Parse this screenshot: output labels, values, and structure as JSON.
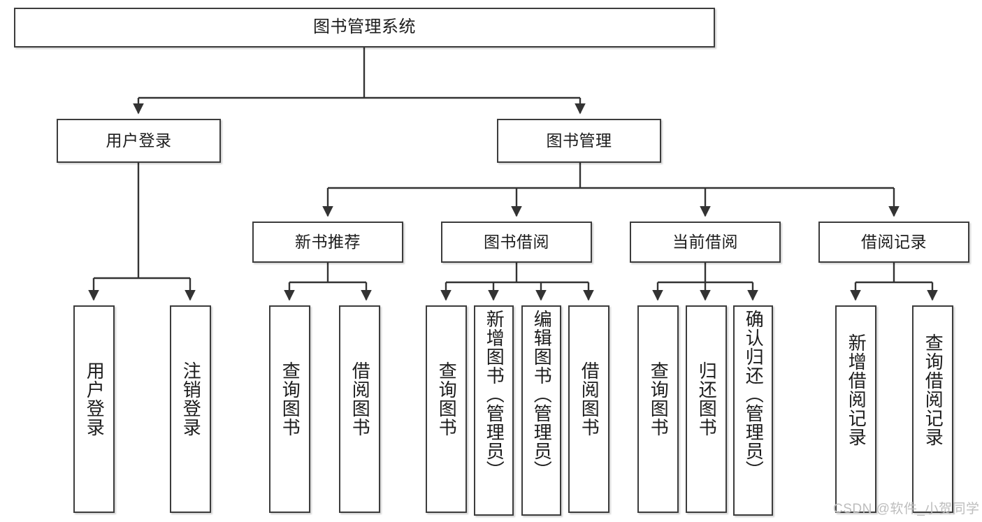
{
  "diagram": {
    "title_text": "图书管理系统",
    "type": "tree-hierarchy-diagram",
    "watermark": "CSDN @软件_小贺同学",
    "colors": {
      "box_border": "#3c3c3c",
      "box_fill": "#ffffff",
      "connector": "#333333",
      "text": "#1c1c1c",
      "watermark": "#bdbdbd",
      "background": "#ffffff"
    },
    "nodes": {
      "root": {
        "label": "图书管理系统"
      },
      "level2": [
        {
          "id": "user-login",
          "label": "用户登录"
        },
        {
          "id": "book-manage",
          "label": "图书管理"
        }
      ],
      "level3": [
        {
          "id": "new-book-recommend",
          "label": "新书推荐"
        },
        {
          "id": "book-borrow",
          "label": "图书借阅"
        },
        {
          "id": "current-borrow",
          "label": "当前借阅"
        },
        {
          "id": "borrow-record",
          "label": "借阅记录"
        }
      ],
      "leaves": {
        "user-login": [
          {
            "id": "leaf-user-login",
            "label": "用户登录"
          },
          {
            "id": "leaf-logout-login",
            "label": "注销登录"
          }
        ],
        "new-book-recommend": [
          {
            "id": "leaf-query-book-1",
            "label": "查询图书"
          },
          {
            "id": "leaf-borrow-book-1",
            "label": "借阅图书"
          }
        ],
        "book-borrow": [
          {
            "id": "leaf-query-book-2",
            "label": "查询图书"
          },
          {
            "id": "leaf-add-book",
            "label": "新增图书（管理员）"
          },
          {
            "id": "leaf-edit-book",
            "label": "编辑图书（管理员）"
          },
          {
            "id": "leaf-borrow-book-2",
            "label": "借阅图书"
          }
        ],
        "current-borrow": [
          {
            "id": "leaf-query-book-3",
            "label": "查询图书"
          },
          {
            "id": "leaf-return-book",
            "label": "归还图书"
          },
          {
            "id": "leaf-confirm-return",
            "label": "确认归还（管理员）"
          }
        ],
        "borrow-record": [
          {
            "id": "leaf-add-record",
            "label": "新增借阅记录"
          },
          {
            "id": "leaf-query-record",
            "label": "查询借阅记录"
          }
        ]
      }
    }
  }
}
